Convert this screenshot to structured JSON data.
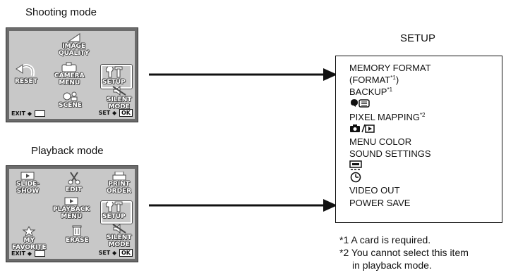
{
  "shooting": {
    "title": "Shooting mode",
    "items": {
      "image_quality": [
        "IMAGE",
        "QUALITY"
      ],
      "reset": "RESET",
      "camera_menu": [
        "CAMERA",
        "MENU"
      ],
      "setup": "SETUP",
      "scene": "SCENE",
      "silent_mode": [
        "SILENT",
        "MODE"
      ]
    },
    "exit_label": "EXIT",
    "set_label": "SET",
    "ok_label": "OK"
  },
  "playback": {
    "title": "Playback mode",
    "items": {
      "slideshow": [
        "SLIDE-",
        "SHOW"
      ],
      "edit": "EDIT",
      "print_order": [
        "PRINT",
        "ORDER"
      ],
      "playback_menu": [
        "PLAYBACK",
        "MENU"
      ],
      "setup": "SETUP",
      "my_favorite": [
        "MY",
        "FAVORITE"
      ],
      "erase": "ERASE",
      "silent_mode": [
        "SILENT",
        "MODE"
      ]
    },
    "exit_label": "EXIT",
    "set_label": "SET",
    "ok_label": "OK"
  },
  "setup_panel": {
    "heading": "SETUP",
    "items": [
      {
        "text": "MEMORY FORMAT",
        "sup": ""
      },
      {
        "text": "(FORMAT",
        "sup": "*1",
        "after": ")"
      },
      {
        "text": "BACKUP",
        "sup": "*1"
      },
      {
        "text": "",
        "icon": "language-icon"
      },
      {
        "text": "PIXEL MAPPING",
        "sup": "*2"
      },
      {
        "text": "",
        "icon": "camera-playback-icon"
      },
      {
        "text": "MENU COLOR",
        "sup": ""
      },
      {
        "text": "SOUND SETTINGS",
        "sup": ""
      },
      {
        "text": "",
        "icon": "monitor-brightness-icon"
      },
      {
        "text": "",
        "icon": "clock-icon"
      },
      {
        "text": "VIDEO OUT",
        "sup": ""
      },
      {
        "text": "POWER SAVE",
        "sup": ""
      }
    ]
  },
  "footnotes": [
    "*1 A card is required.",
    "*2 You cannot select this item",
    "in playback mode."
  ],
  "colors": {
    "screen_frame": "#6b6b6b",
    "screen_bg": "#c8c8c8",
    "menu_text": "#ffffff"
  }
}
